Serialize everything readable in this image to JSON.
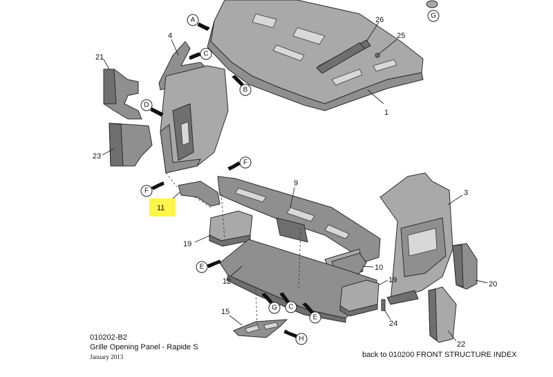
{
  "part_labels": {
    "p1": "1",
    "p3": "3",
    "p4": "4",
    "p9": "9",
    "p10": "10",
    "p11": "11",
    "p12": "12",
    "p15": "15",
    "p19a": "19",
    "p19b": "19",
    "p20": "20",
    "p21": "21",
    "p22": "22",
    "p23": "23",
    "p24": "24",
    "p25": "25",
    "p26": "26"
  },
  "callouts": {
    "A": "A",
    "B": "B",
    "C1": "C",
    "C2": "C",
    "D": "D",
    "E1": "E",
    "E2": "E",
    "F1": "F",
    "F2": "F",
    "G1": "G",
    "G2": "G",
    "H": "H"
  },
  "highlight_color": "#fff44a",
  "footer": {
    "code": "010202-B2",
    "title": "Grille Opening Panel - Rapide S",
    "date": "January 2013",
    "back_link": "back to 010200 FRONT STRUCTURE INDEX"
  }
}
